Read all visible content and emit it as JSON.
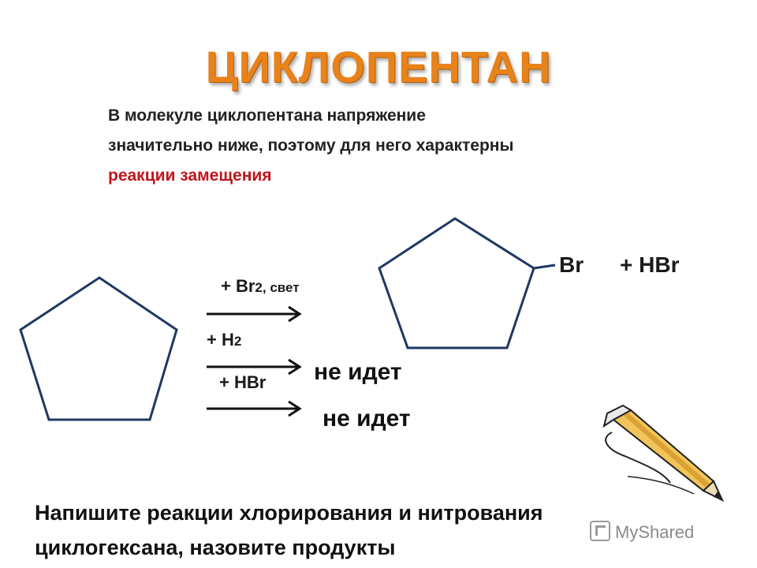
{
  "title": "ЦИКЛОПЕНТАН",
  "intro": {
    "line1": "В молекуле циклопентана напряжение",
    "line2": "значительно ниже, поэтому для него характерны",
    "highlight": "реакции замещения"
  },
  "reactions": {
    "r1": {
      "plus": "+ Br",
      "sub": "2",
      "cond": ", свет"
    },
    "r2": {
      "plus": "+ H",
      "sub": "2"
    },
    "r3": {
      "plus": "+ HBr"
    },
    "product_substituent": "Br",
    "byproduct": "+ HBr",
    "no_reaction_1": "не идет",
    "no_reaction_2": "не идет"
  },
  "task": {
    "line1": "Напишите реакции хлорирования и нитрования",
    "line2": "циклогексана, назовите продукты"
  },
  "watermark": "MyShared",
  "colors": {
    "title": "#e8821a",
    "highlight": "#c0141c",
    "ring": "#1f3864"
  },
  "icons": {
    "pencil": "pencil-icon"
  }
}
